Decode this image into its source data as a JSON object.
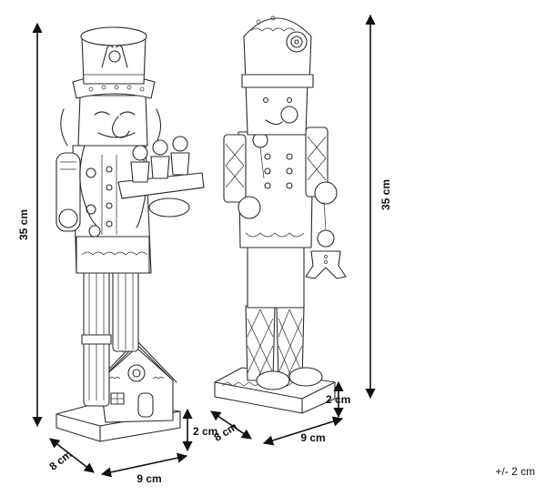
{
  "figure": {
    "left_nutcracker": {
      "name": "nutcracker-with-gingerbread-tray-and-house",
      "dimensions": {
        "height": "35 cm",
        "depth": "8 cm",
        "width": "9 cm",
        "base_height": "2 cm"
      }
    },
    "right_nutcracker": {
      "name": "nutcracker-gingerbread-hat",
      "dimensions": {
        "height": "35 cm",
        "depth": "8 cm",
        "width": "9 cm",
        "base_height": "2 cm"
      }
    },
    "tolerance_note": "+/- 2 cm",
    "colors": {
      "line": "#2b2b2b",
      "dimension": "#111111",
      "background": "#ffffff"
    }
  }
}
